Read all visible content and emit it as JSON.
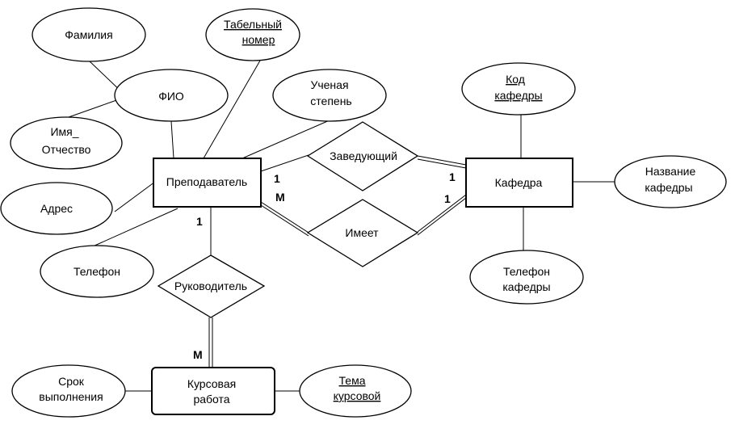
{
  "entities": {
    "teacher": "Преподаватель",
    "department": "Кафедра",
    "coursework": [
      "Курсовая",
      "работа"
    ]
  },
  "relationships": {
    "head": "Заведующий",
    "has": "Имеет",
    "supervisor": "Руководитель"
  },
  "attributes": {
    "surname": "Фамилия",
    "tab_number": [
      "Табельный",
      "номер"
    ],
    "fio": "ФИО",
    "degree": [
      "Ученая",
      "степень"
    ],
    "name_patronymic": [
      "Имя_",
      "Отчество"
    ],
    "address": "Адрес",
    "phone": "Телефон",
    "dept_code": [
      "Код",
      "кафедры"
    ],
    "dept_name": [
      "Название",
      "кафедры"
    ],
    "dept_phone": [
      "Телефон",
      "кафедры"
    ],
    "deadline": [
      "Срок",
      "выполнения"
    ],
    "topic": [
      "Тема",
      "курсовой"
    ]
  },
  "cardinalities": {
    "teacher_head": "1",
    "dept_head": "1",
    "teacher_has": "М",
    "dept_has": "1",
    "teacher_supervisor": "1",
    "coursework_supervisor": "М"
  }
}
